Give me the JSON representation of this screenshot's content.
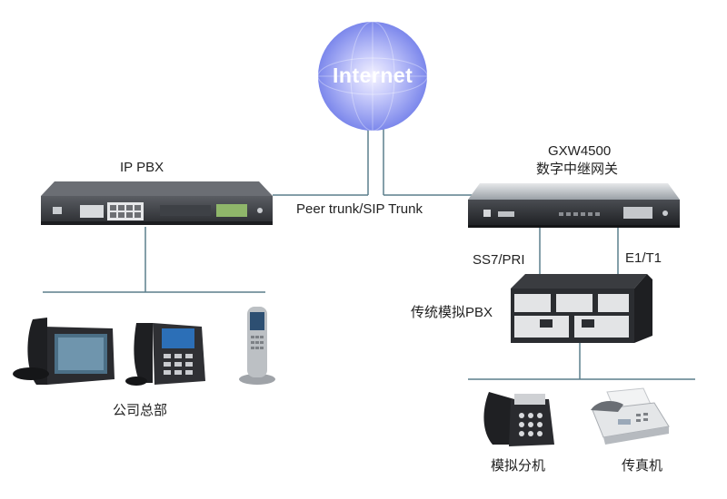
{
  "diagram": {
    "internet_label": "Internet",
    "ippbx_label": "IP PBX",
    "gateway_model": "GXW4500",
    "gateway_desc": "数字中继网关",
    "trunk_label": "Peer trunk/SIP Trunk",
    "ss7_label": "SS7/PRI",
    "e1_label": "E1/T1",
    "analog_pbx_label": "传统模拟PBX",
    "hq_label": "公司总部",
    "analog_ext_label": "模拟分机",
    "fax_label": "传真机"
  },
  "colors": {
    "line": "#5b7f8c",
    "cloud_light": "#eef0ff",
    "cloud_dark": "#6b78e8"
  }
}
